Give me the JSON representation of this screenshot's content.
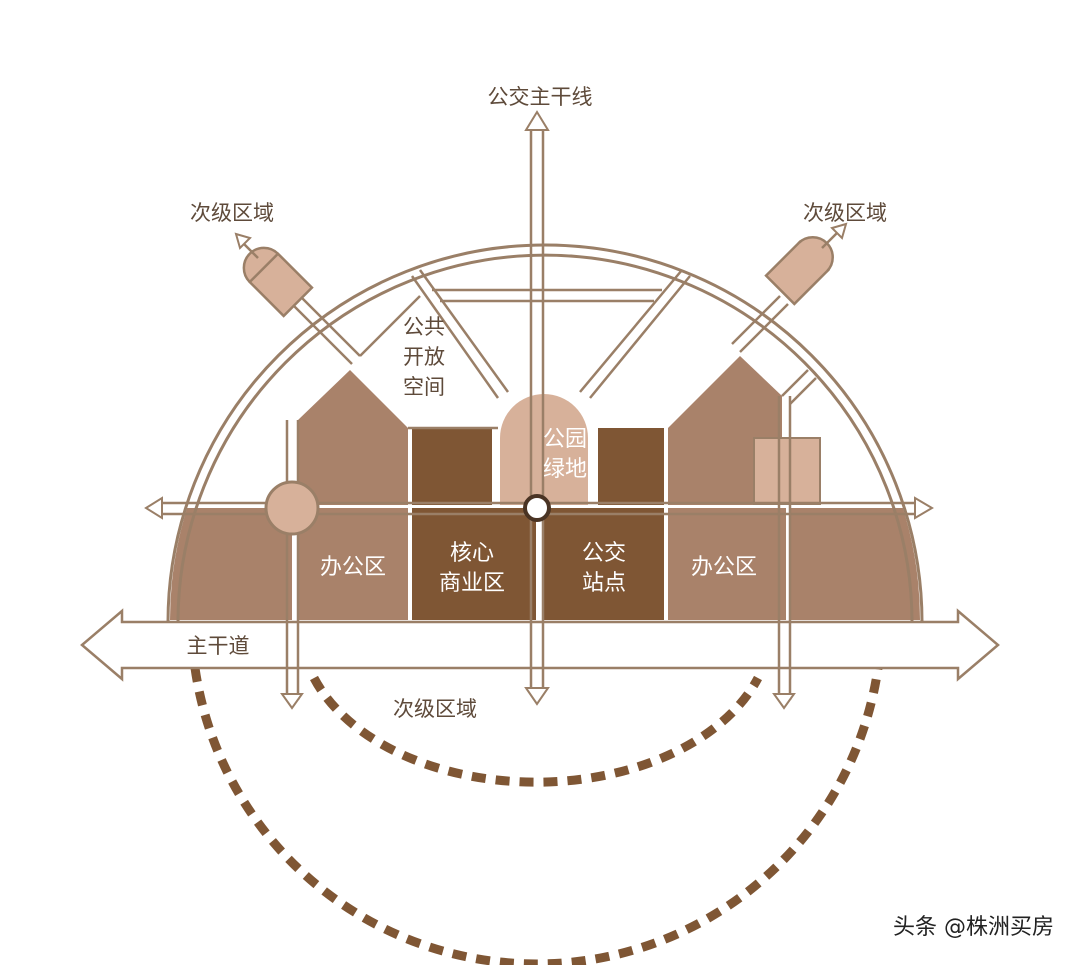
{
  "colors": {
    "outline": "#9a7f67",
    "road_fill": "#ffffff",
    "block_light": "#d7b19a",
    "block_mid": "#a9826a",
    "block_dark": "#7f5634",
    "dotted": "#7f5634",
    "text_dark": "#5e4a3a"
  },
  "labels": {
    "top_transit": "公交主干线",
    "secondary_left": "次级区域",
    "secondary_right": "次级区域",
    "secondary_bottom": "次级区域",
    "main_road": "主干道",
    "public_space_1": "公共",
    "public_space_2": "开放",
    "public_space_3": "空间",
    "park_1": "公园",
    "park_2": "绿地",
    "office_left": "办公区",
    "office_right": "办公区",
    "core_1": "核心",
    "core_2": "商业区",
    "bus_1": "公交",
    "bus_2": "站点"
  },
  "watermark": "头条 @株洲买房"
}
